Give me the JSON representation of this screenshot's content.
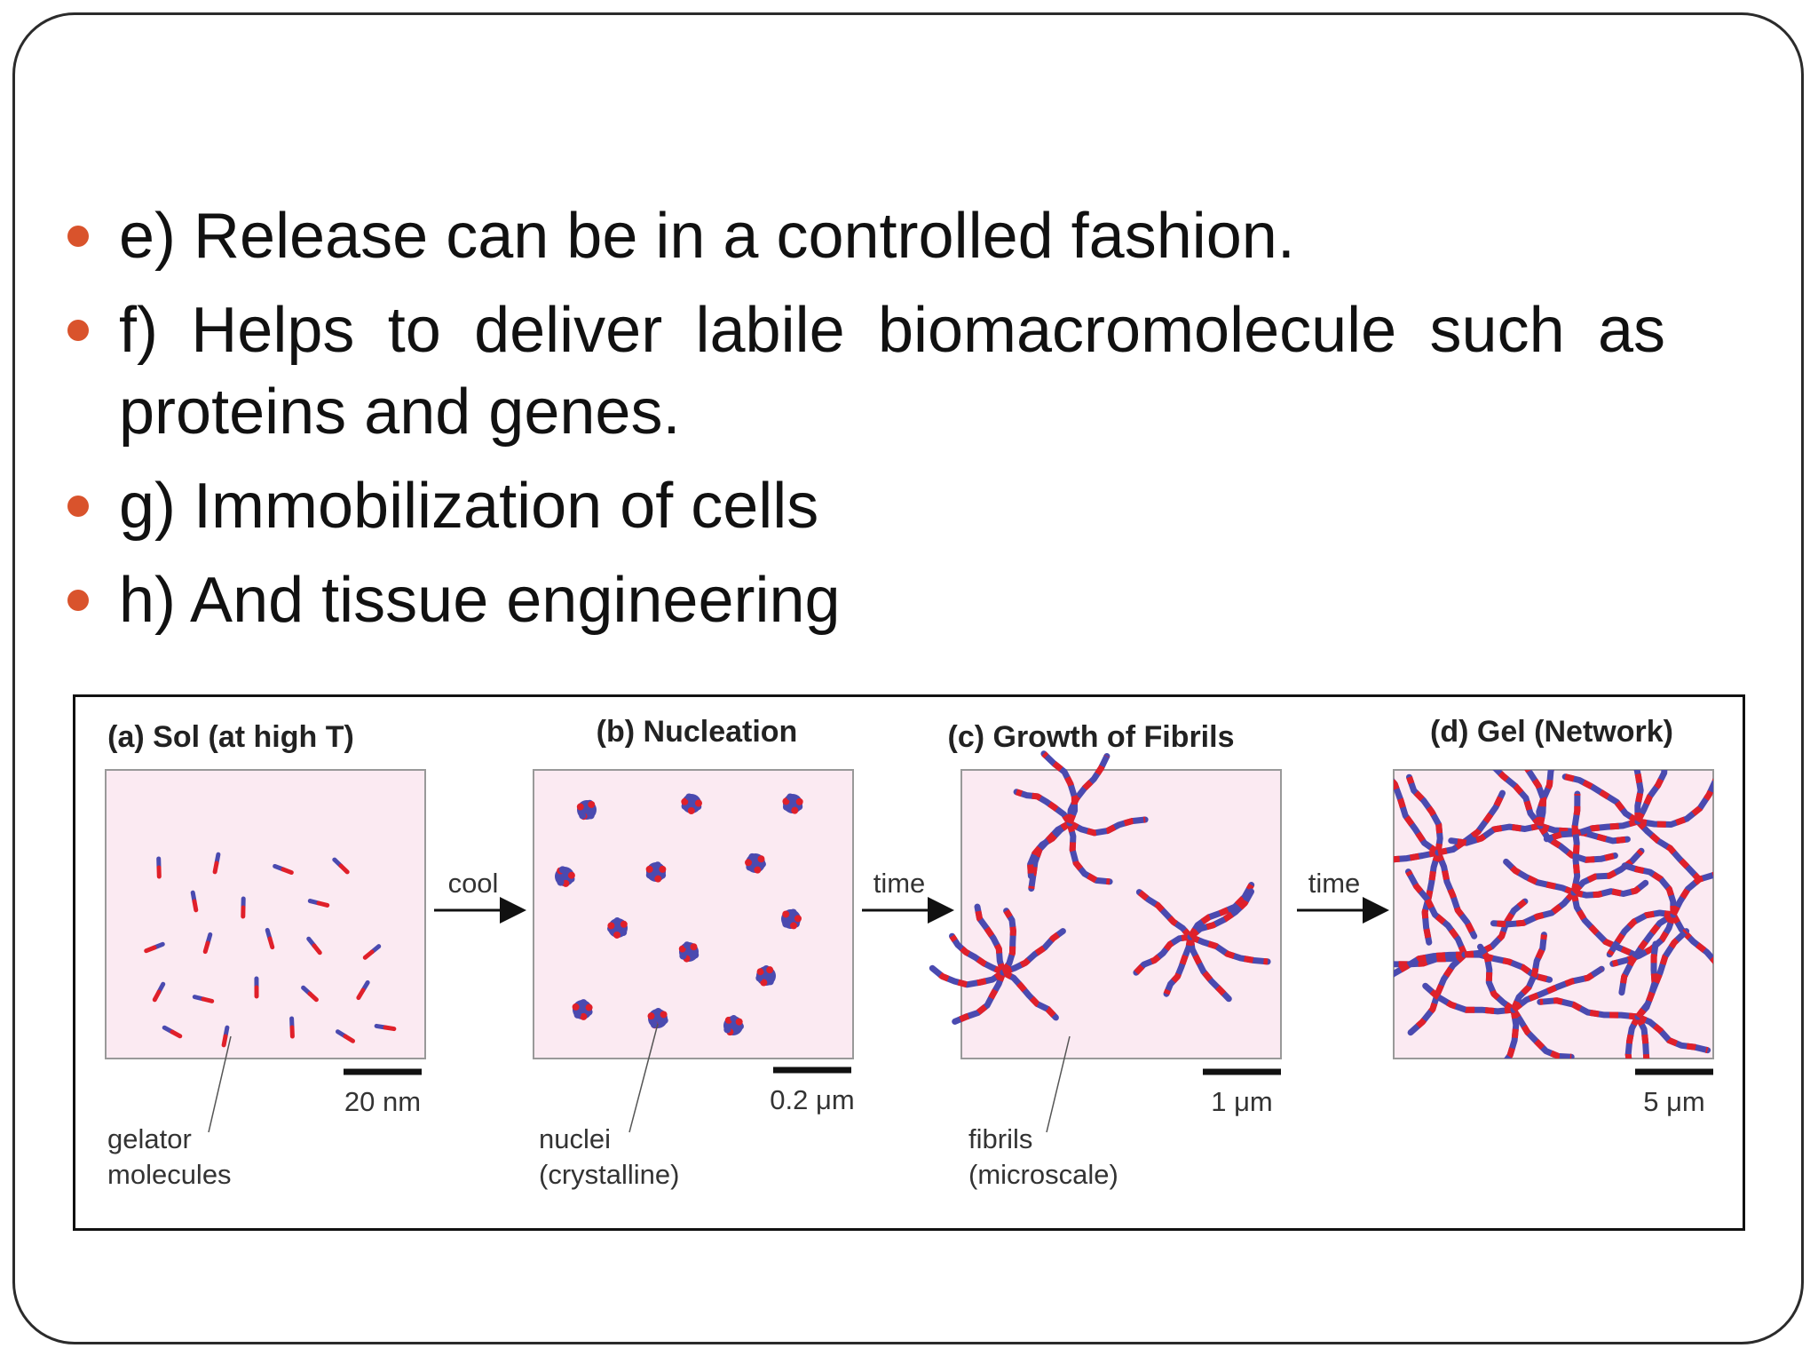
{
  "bullets": [
    {
      "text": "e) Release can be in a controlled fashion."
    },
    {
      "text": "f) Helps to deliver labile biomacromolecule such as proteins and genes."
    },
    {
      "text": "g) Immobilization of cells"
    },
    {
      "text": "h) And tissue engineering"
    }
  ],
  "colors": {
    "bullet": "#d9532c",
    "panel_fill": "#fbeaf2",
    "molecule_red": "#e0202a",
    "molecule_blue": "#4a4ab0"
  },
  "figure": {
    "panels": [
      {
        "title": "(a) Sol (at high T)",
        "scale": "20 nm",
        "callout": [
          "gelator",
          "molecules"
        ]
      },
      {
        "title": "(b) Nucleation",
        "scale": "0.2 μm",
        "callout": [
          "nuclei",
          "(crystalline)"
        ]
      },
      {
        "title": "(c) Growth of Fibrils",
        "scale": "1 μm",
        "callout": [
          "fibrils",
          "(microscale)"
        ]
      },
      {
        "title": "(d) Gel (Network)",
        "scale": "5 μm",
        "callout": []
      }
    ],
    "arrows": [
      "cool",
      "time",
      "time"
    ]
  }
}
